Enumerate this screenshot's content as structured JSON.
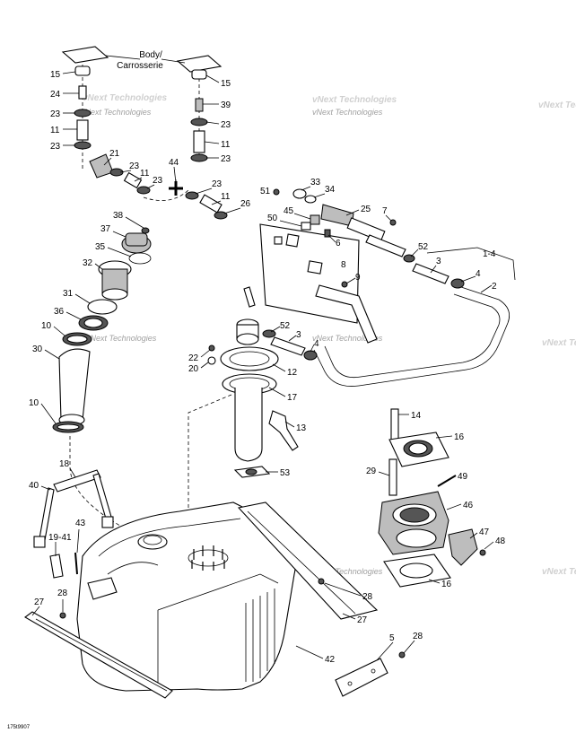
{
  "body_label": {
    "line1": "Body/",
    "line2": "Carrosserie"
  },
  "drawing_ref": "175t9907",
  "watermark": "vNext Technologies",
  "callouts": [
    "15",
    "24",
    "23",
    "11",
    "23",
    "21",
    "23",
    "11",
    "23",
    "44",
    "23",
    "11",
    "26",
    "15",
    "39",
    "23",
    "11",
    "23",
    "51",
    "33",
    "34",
    "25",
    "7",
    "45",
    "50",
    "6",
    "8",
    "9",
    "52",
    "1-4",
    "3",
    "4",
    "2",
    "38",
    "37",
    "35",
    "32",
    "31",
    "36",
    "10",
    "30",
    "10",
    "52",
    "3",
    "4",
    "22",
    "20",
    "12",
    "17",
    "13",
    "53",
    "14",
    "16",
    "29",
    "49",
    "46",
    "47",
    "48",
    "16",
    "18",
    "40",
    "19-41",
    "43",
    "28",
    "27",
    "28",
    "27",
    "42",
    "5",
    "28"
  ]
}
